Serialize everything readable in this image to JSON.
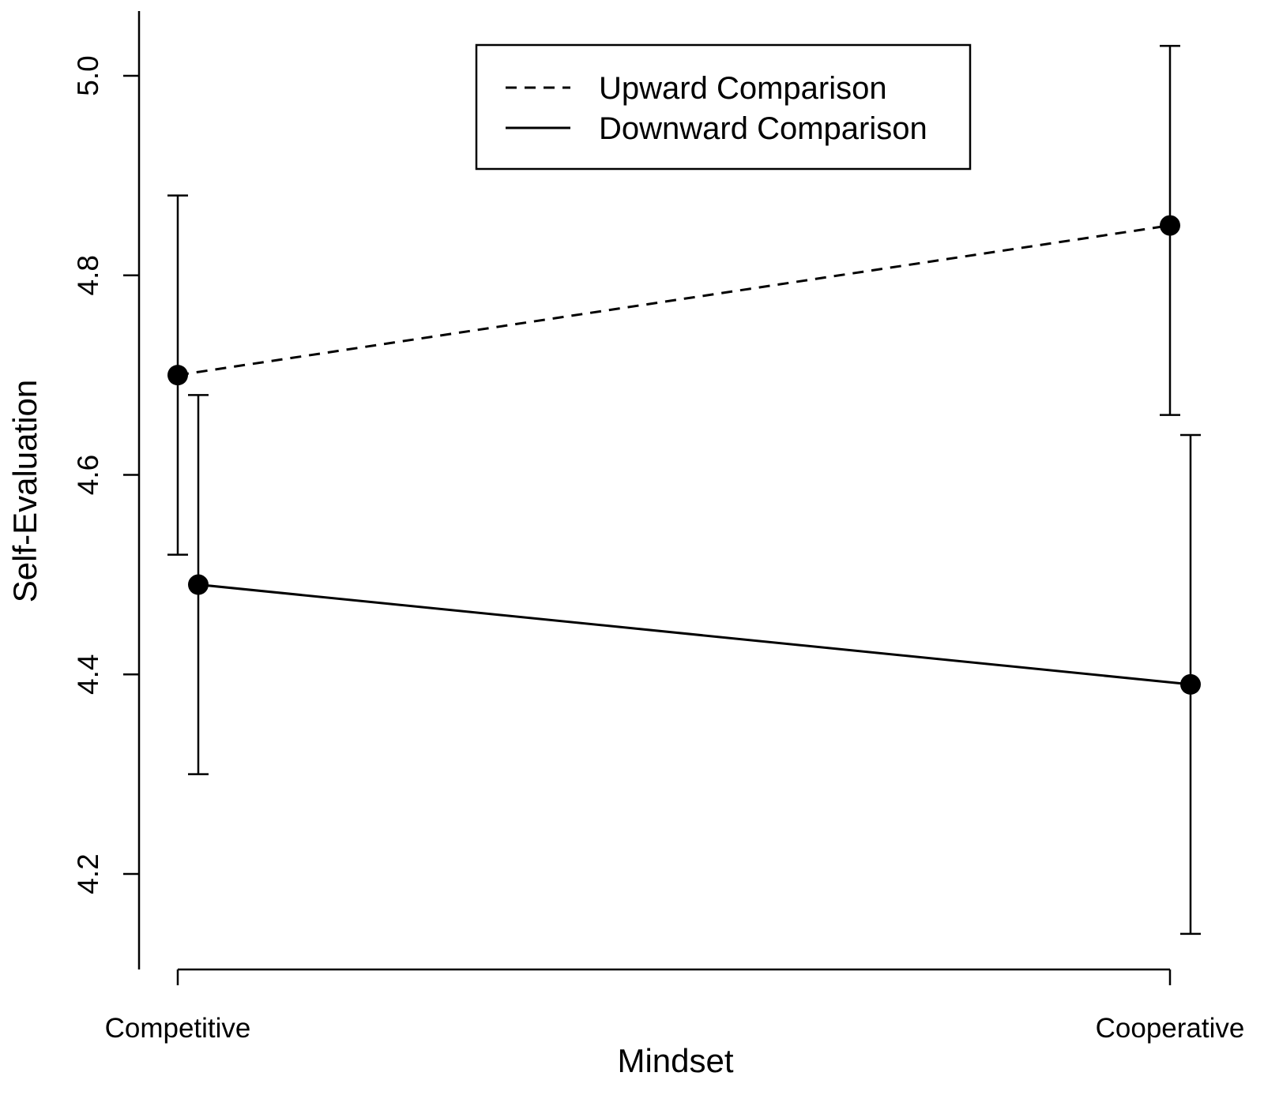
{
  "chart_data": {
    "type": "line",
    "title": "",
    "xlabel": "Mindset",
    "ylabel": "Self-Evaluation",
    "categories": [
      "Competitive",
      "Cooperative"
    ],
    "ylim": [
      4.12,
      5.06
    ],
    "yticks": [
      "4.2",
      "4.4",
      "4.6",
      "4.8",
      "5.0"
    ],
    "grid": false,
    "legend_position": "top-center",
    "series": [
      {
        "name": "Upward Comparison",
        "line_style": "dashed",
        "color": "#000000",
        "values": [
          4.7,
          4.85
        ],
        "error_low": [
          4.52,
          4.66
        ],
        "error_high": [
          4.88,
          5.03
        ]
      },
      {
        "name": "Downward Comparison",
        "line_style": "solid",
        "color": "#000000",
        "values": [
          4.49,
          4.39
        ],
        "error_low": [
          4.3,
          4.14
        ],
        "error_high": [
          4.68,
          4.64
        ]
      }
    ]
  }
}
